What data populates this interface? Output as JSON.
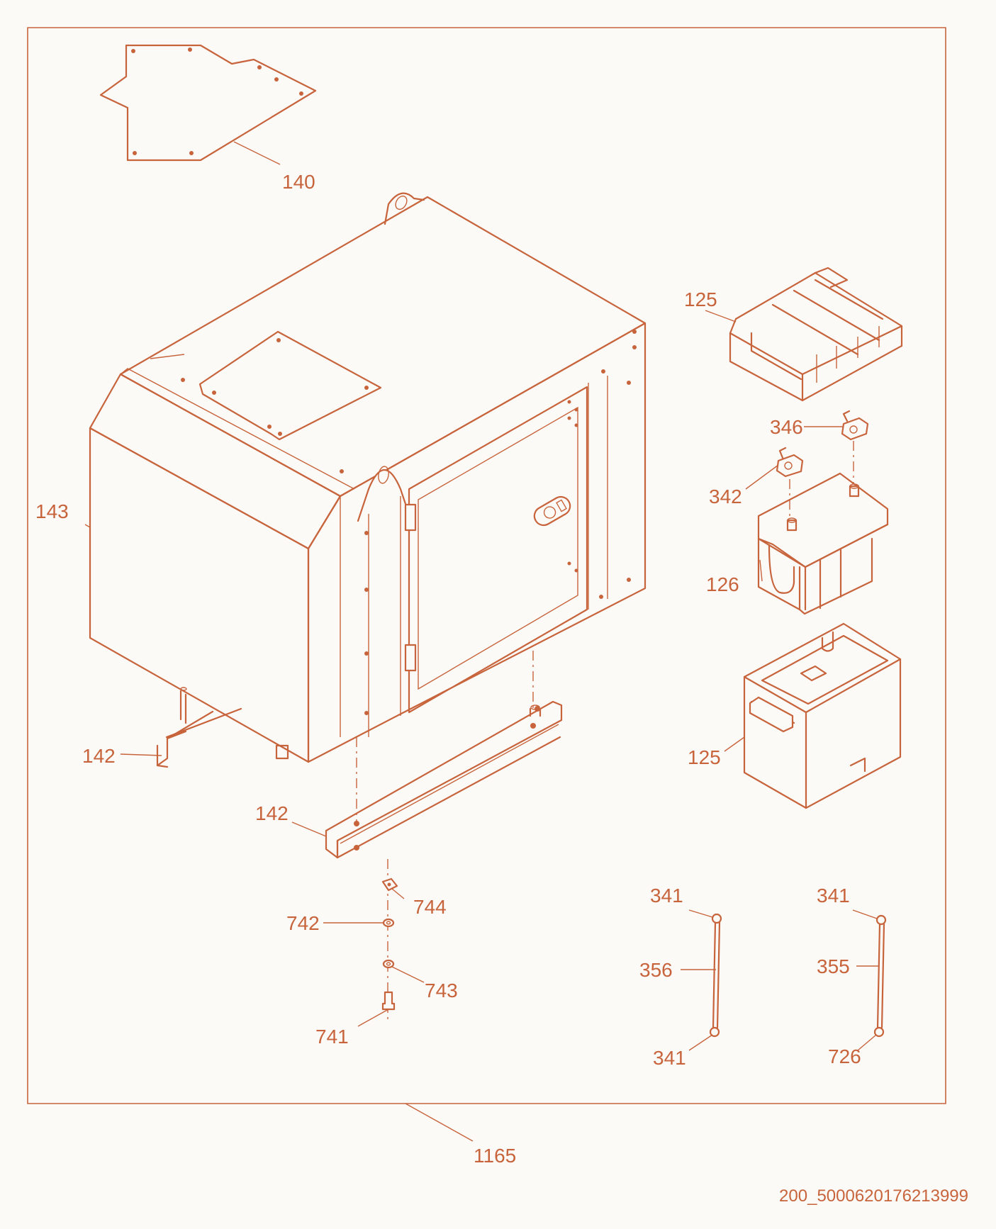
{
  "accent_color": "#c8643c",
  "background_color": "#fbfaf7",
  "document_code": "200_5000620176213999",
  "callouts": {
    "c140": "140",
    "c143": "143",
    "c125_lid": "125",
    "c346": "346",
    "c342": "342",
    "c126": "126",
    "c125_tray": "125",
    "c142_left": "142",
    "c142_right": "142",
    "c744": "744",
    "c742": "742",
    "c743": "743",
    "c741": "741",
    "c341_a_top": "341",
    "c356": "356",
    "c341_a_bottom": "341",
    "c341_b_top": "341",
    "c355": "355",
    "c726": "726",
    "c1165": "1165"
  }
}
